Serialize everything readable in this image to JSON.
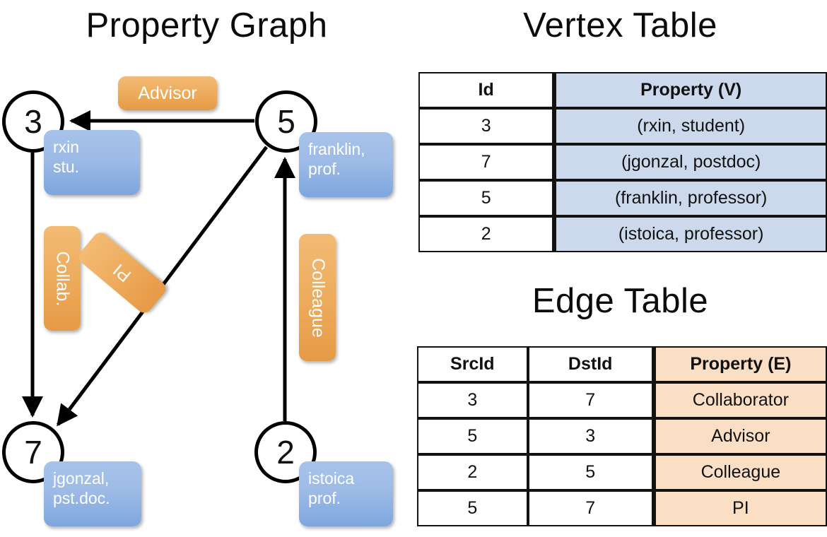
{
  "titles": {
    "property_graph": "Property Graph",
    "vertex_table": "Vertex Table",
    "edge_table": "Edge Table"
  },
  "graph": {
    "nodes": [
      {
        "id": "3",
        "label": "3",
        "property": "rxin\nstu."
      },
      {
        "id": "5",
        "label": "5",
        "property": "franklin,\nprof."
      },
      {
        "id": "7",
        "label": "7",
        "property": "jgonzal,\npst.doc."
      },
      {
        "id": "2",
        "label": "2",
        "property": "istoica\nprof."
      }
    ],
    "edge_labels": [
      {
        "key": "advisor",
        "text": "Advisor"
      },
      {
        "key": "collab",
        "text": "Collab."
      },
      {
        "key": "pi",
        "text": "PI"
      },
      {
        "key": "colleague",
        "text": "Colleague"
      }
    ],
    "edges": [
      {
        "src": "5",
        "dst": "3",
        "label": "Advisor"
      },
      {
        "src": "3",
        "dst": "7",
        "label": "Collab."
      },
      {
        "src": "5",
        "dst": "7",
        "label": "PI"
      },
      {
        "src": "2",
        "dst": "5",
        "label": "Colleague"
      }
    ]
  },
  "vertex_table": {
    "headers": [
      "Id",
      "Property (V)"
    ],
    "rows": [
      {
        "id": "3",
        "property": "(rxin, student)"
      },
      {
        "id": "7",
        "property": "(jgonzal, postdoc)"
      },
      {
        "id": "5",
        "property": "(franklin, professor)"
      },
      {
        "id": "2",
        "property": "(istoica, professor)"
      }
    ]
  },
  "edge_table": {
    "headers": [
      "SrcId",
      "DstId",
      "Property (E)"
    ],
    "rows": [
      {
        "src": "3",
        "dst": "7",
        "property": "Collaborator"
      },
      {
        "src": "5",
        "dst": "3",
        "property": "Advisor"
      },
      {
        "src": "2",
        "dst": "5",
        "property": "Colleague"
      },
      {
        "src": "5",
        "dst": "7",
        "property": "PI"
      }
    ]
  },
  "colors": {
    "vertex_box": "#9dbbe6",
    "edge_label": "#edaa5b",
    "vertex_table_fill": "#ccd9ec",
    "edge_table_fill": "#fadfc4",
    "stroke": "#000000"
  }
}
